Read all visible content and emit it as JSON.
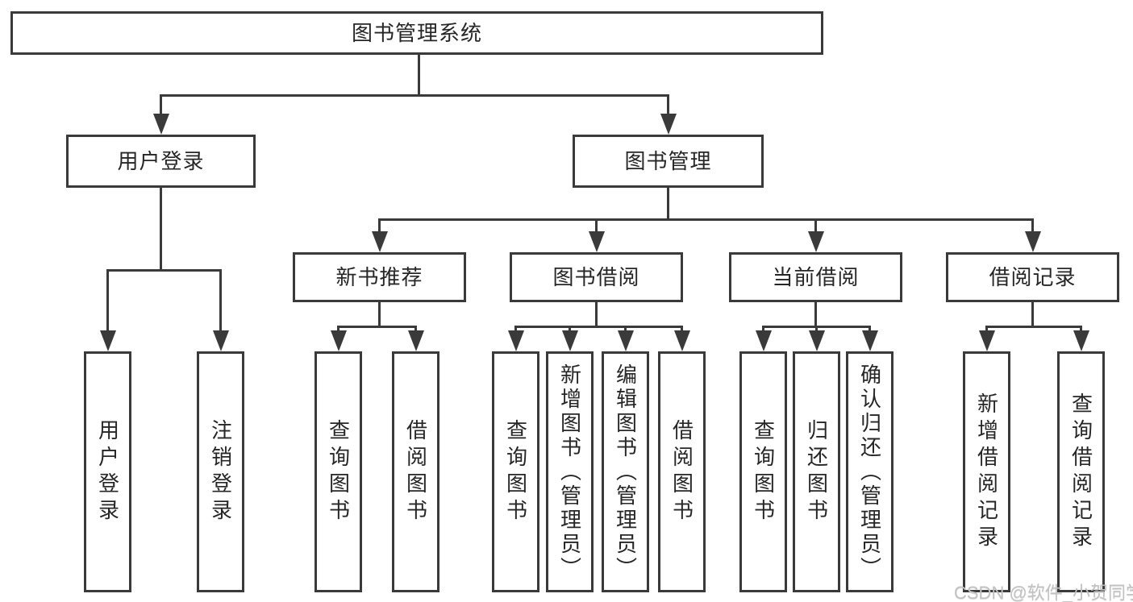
{
  "watermark": "CSDN @软件_小贺同学",
  "colors": {
    "line": "#3a3a3a",
    "box_border": "#3a3a3a",
    "text": "#262626",
    "watermark_text": "#c2c2c2",
    "background": "#ffffff"
  },
  "tree": {
    "root": {
      "label": "图书管理系统",
      "children": [
        {
          "label": "用户登录",
          "children": [
            {
              "label": "用户登录"
            },
            {
              "label": "注销登录"
            }
          ]
        },
        {
          "label": "图书管理",
          "children": [
            {
              "label": "新书推荐",
              "children": [
                {
                  "label": "查询图书"
                },
                {
                  "label": "借阅图书"
                }
              ]
            },
            {
              "label": "图书借阅",
              "children": [
                {
                  "label": "查询图书"
                },
                {
                  "label": "新增图书（管理员）"
                },
                {
                  "label": "编辑图书（管理员）"
                },
                {
                  "label": "借阅图书"
                }
              ]
            },
            {
              "label": "当前借阅",
              "children": [
                {
                  "label": "查询图书"
                },
                {
                  "label": "归还图书"
                },
                {
                  "label": "确认归还（管理员）"
                }
              ]
            },
            {
              "label": "借阅记录",
              "children": [
                {
                  "label": "新增借阅记录"
                },
                {
                  "label": "查询借阅记录"
                }
              ]
            }
          ]
        }
      ]
    }
  }
}
